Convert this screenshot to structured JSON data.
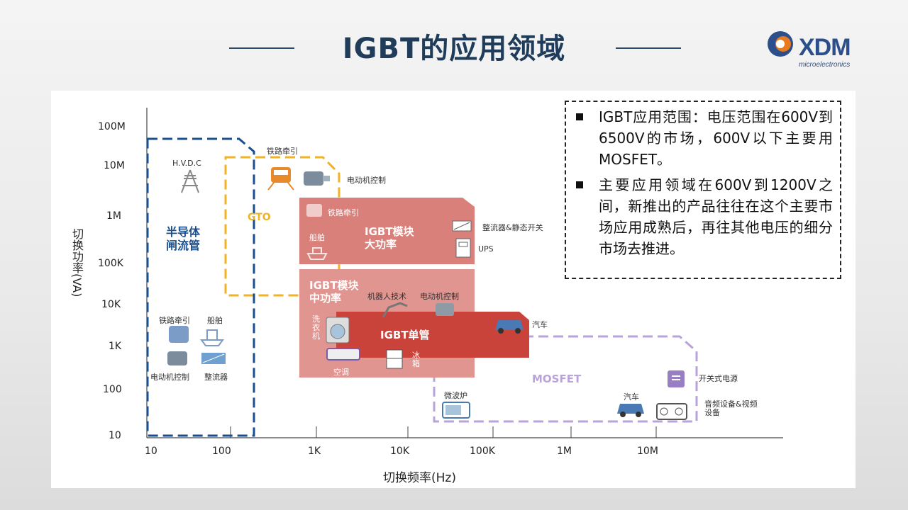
{
  "title": "IGBT的应用领域",
  "logo": {
    "name": "XDM",
    "sub": "microelectronics"
  },
  "chart": {
    "ylabel": "切换功率(VA)",
    "xlabel": "切换频率(Hz)",
    "yticks": [
      "100M",
      "10M",
      "1M",
      "100K",
      "10K",
      "1K",
      "100",
      "10"
    ],
    "xticks": [
      "10",
      "100",
      "1K",
      "10K",
      "100K",
      "1M",
      "10M"
    ]
  },
  "regions": {
    "thyristor": "半导体\n闸流管",
    "gto": "GTO",
    "igbt_large": "IGBT模块\n大功率",
    "igbt_mid": "IGBT模块\n中功率",
    "igbt_single": "IGBT单管",
    "mosfet": "MOSFET"
  },
  "labels": {
    "hvdc": "H.V.D.C",
    "gto_rail": "铁路牵引",
    "gto_motor": "电动机控制",
    "large_rail": "铁路牵引",
    "large_ship": "船舶",
    "rectifier_static": "整流器&静态开关",
    "ups": "UPS",
    "robot": "机器人技术",
    "mid_motor": "电动机控制",
    "washer": "洗\n衣\n机",
    "car1": "汽车",
    "ac": "空调",
    "fridge": "冰\n箱",
    "thy_rail": "铁路牵引",
    "thy_ship": "船舶",
    "thy_motor": "电动机控制",
    "thy_rectifier": "整流器",
    "microwave": "微波炉",
    "switch_power": "开关式电源",
    "car2": "汽车",
    "av": "音频设备&视频\n设备"
  },
  "notes": [
    "IGBT应用范围：电压范围在600V到6500V的市场，600V以下主要用MOSFET。",
    "主要应用领域在600V到1200V之间，新推出的产品往往在这个主要市场应用成熟后，再往其他电压的细分市场去推进。"
  ],
  "colors": {
    "thyristor": "#1a4f8f",
    "gto": "#f0b323",
    "igbt_large": "#d9807a",
    "igbt_mid": "#e09590",
    "igbt_single": "#c9433a",
    "mosfet": "#b9a3d8"
  }
}
